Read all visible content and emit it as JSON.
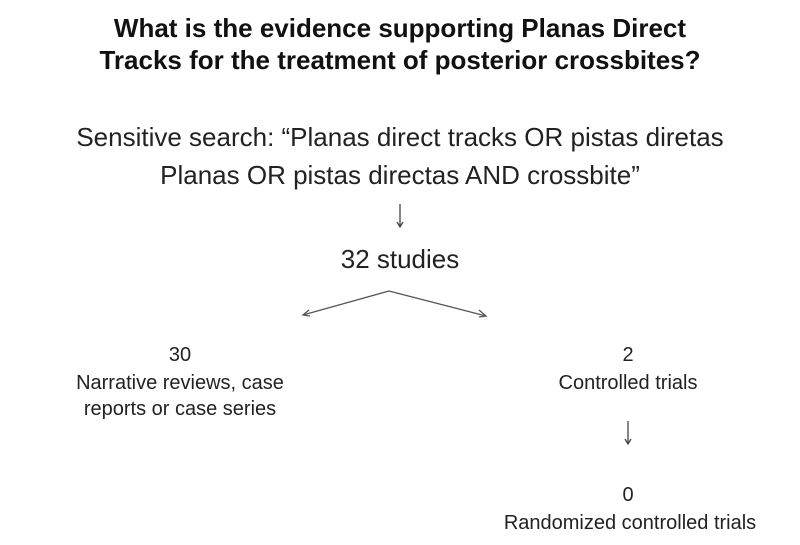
{
  "title": {
    "line1": "What is the evidence supporting Planas Direct",
    "line2": "Tracks for the treatment of posterior crossbites?"
  },
  "search": {
    "line1": "Sensitive search: “Planas direct tracks OR pistas diretas",
    "line2": "Planas OR pistas directas AND crossbite”"
  },
  "studies": {
    "label": "32 studies"
  },
  "left_branch": {
    "count": "30",
    "line1": "Narrative reviews, case",
    "line2": "reports or case series"
  },
  "right_branch": {
    "count": "2",
    "label": "Controlled trials"
  },
  "bottom": {
    "count": "0",
    "label": "Randomized controlled trials"
  }
}
